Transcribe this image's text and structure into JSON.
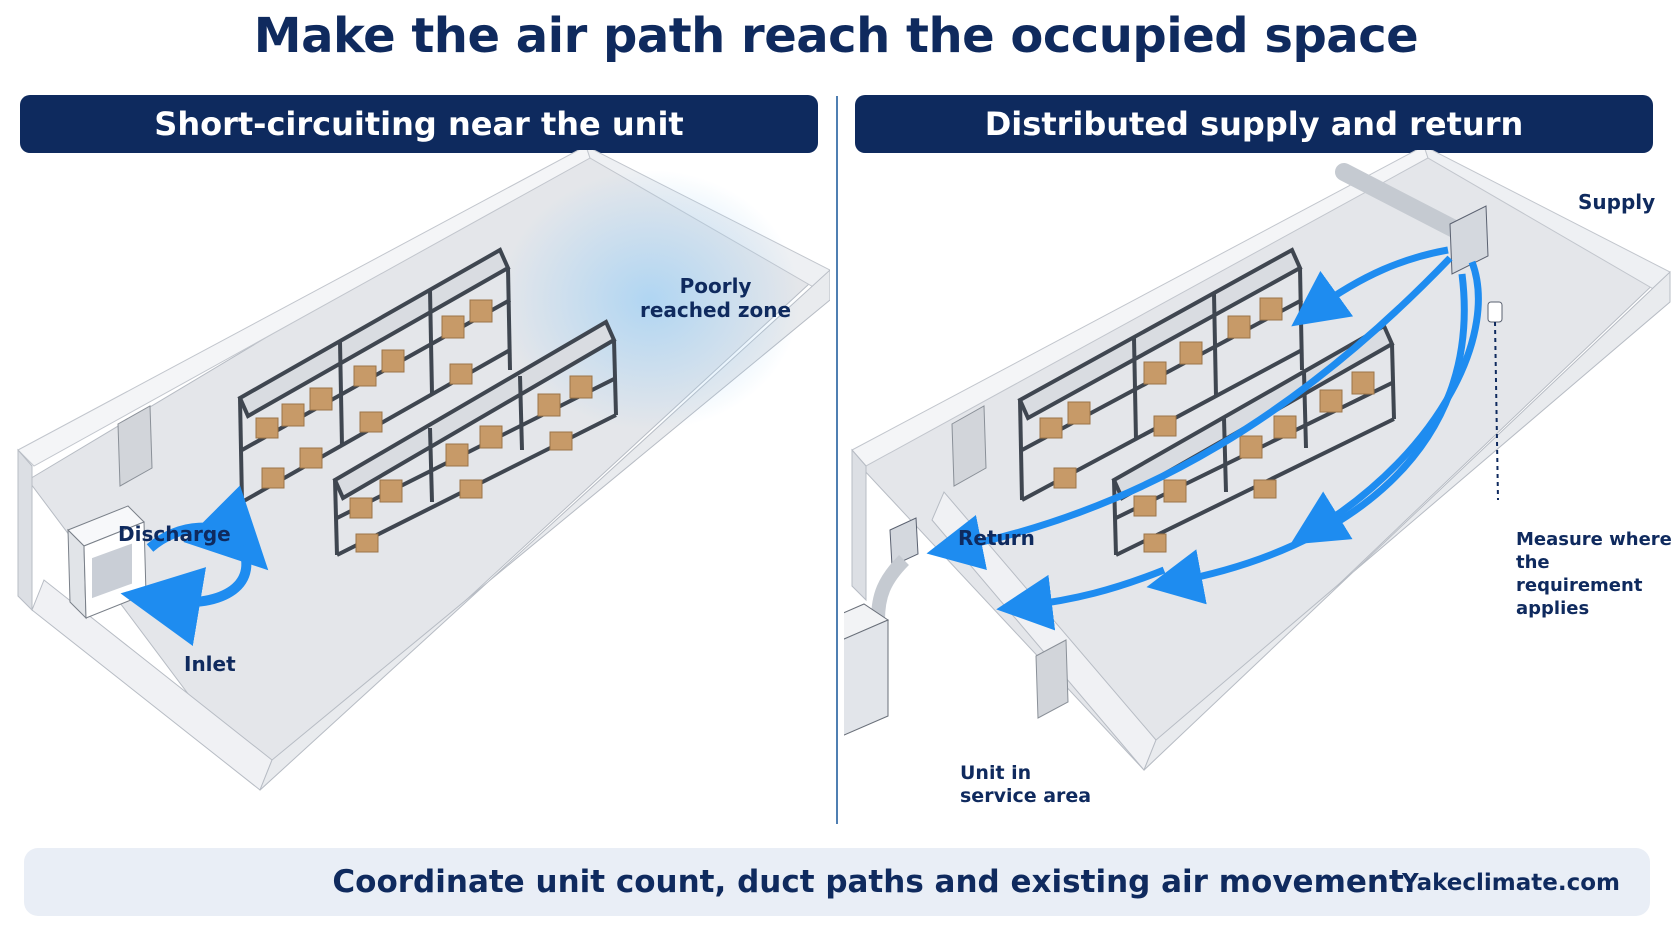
{
  "title": "Make the air path reach the occupied space",
  "left_panel": {
    "header": "Short-circuiting near the unit",
    "labels": {
      "discharge": "Discharge",
      "inlet": "Inlet",
      "poorly": "Poorly\nreached zone"
    }
  },
  "right_panel": {
    "header": "Distributed supply and return",
    "labels": {
      "supply": "Supply",
      "return": "Return",
      "measure": "Measure where\nthe requirement\napplies",
      "unit": "Unit in\nservice area"
    }
  },
  "footer": {
    "text": "Coordinate unit count, duct paths and existing air movement.",
    "brand": "Yakeclimate.com"
  },
  "colors": {
    "navy": "#0e2a5e",
    "airflow": "#1e8cf0",
    "floor": "#e6e8ec",
    "wall": "#f3f4f6"
  }
}
